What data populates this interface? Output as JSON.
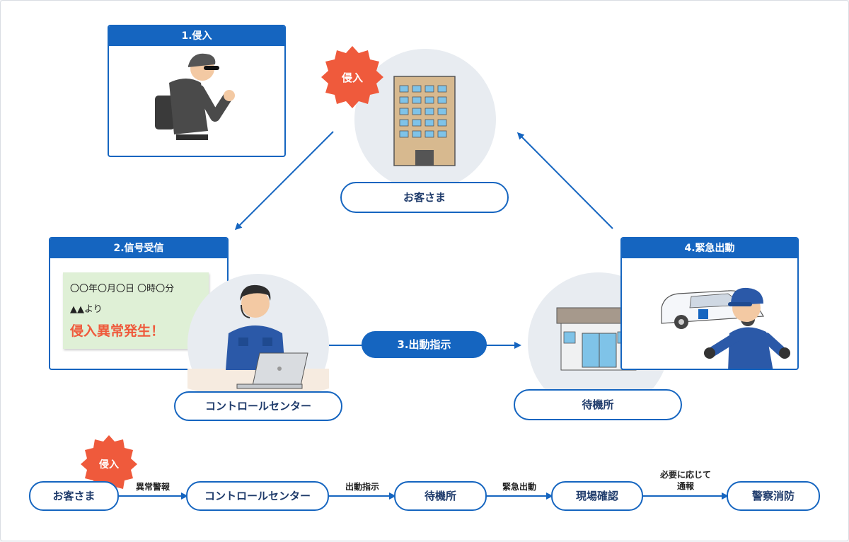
{
  "colors": {
    "primary": "#1565c0",
    "alert": "#ef5a3c",
    "circle": "#e8ecf1",
    "note": "#dff0d6"
  },
  "panels": {
    "intrusion": "1.侵入",
    "signal": "2.信号受信",
    "dispatch_emergency": "4.緊急出動"
  },
  "signal_note": {
    "line1": "〇〇年〇月〇日 〇時〇分",
    "line2": "▲▲より",
    "alert": "侵入異常発生！"
  },
  "nodes": {
    "customer": "お客さま",
    "control_center": "コントロールセンター",
    "standby": "待機所"
  },
  "dispatch_instruction": "3.出動指示",
  "badge": "侵入",
  "flow": {
    "badge": "侵入",
    "steps": [
      "お客さま",
      "コントロールセンター",
      "待機所",
      "現場確認",
      "警察消防"
    ],
    "links": [
      "異常警報",
      "出動指示",
      "緊急出動"
    ],
    "link4_line1": "必要に応じて",
    "link4_line2": "通報"
  },
  "icons": [
    "thief-icon",
    "building-icon",
    "operator-icon",
    "laptop-icon",
    "standby-station-icon",
    "guard-icon",
    "security-car-icon",
    "burst-badge-icon"
  ]
}
